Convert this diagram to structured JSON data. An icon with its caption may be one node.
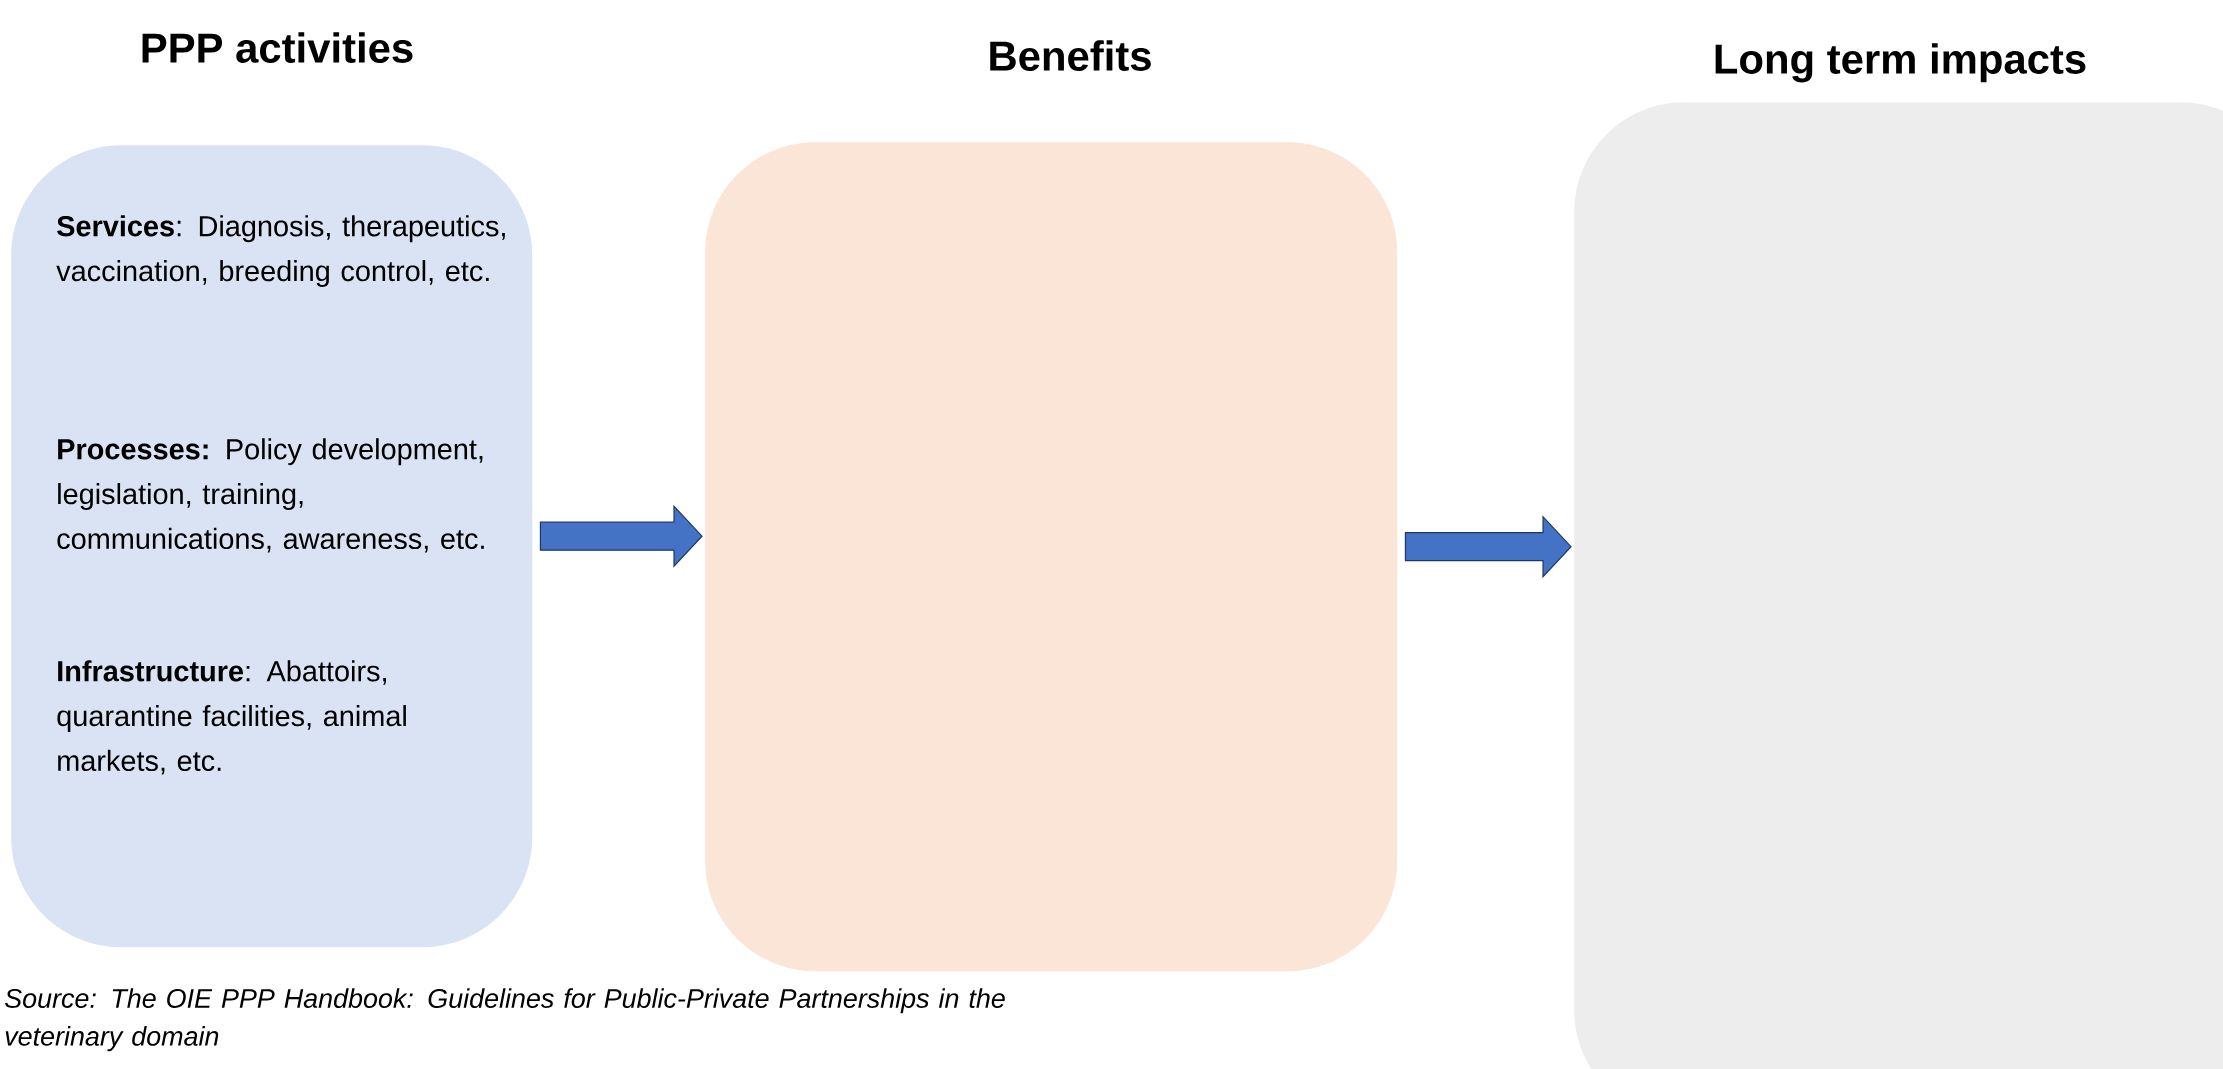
{
  "diagram": {
    "caption": "*Source: The OIE PPP Handbook: Guidelines for Public-Private Partnerships in the veterinary domain*",
    "nodes": [
      {
        "text": [
          "PPP activities",
          "**Services**: Diagnosis, therapeutics, vaccination, breeding control, etc.",
          "**Processes:** Policy development, legislation, training, communications, awareness, etc.",
          "**Infrastructure**: Abattoirs, quarantine facilities, animal markets, etc."
        ]
      },
      {
        "text": [
          "Benefits"
        ]
      },
      {
        "text": [
          "Long term impacts"
        ]
      }
    ],
    "edges": [
      {
        "from": 0,
        "to": 1,
        "arrow": "to"
      },
      {
        "from": 1,
        "to": 2,
        "arrow": "to"
      }
    ]
  }
}
